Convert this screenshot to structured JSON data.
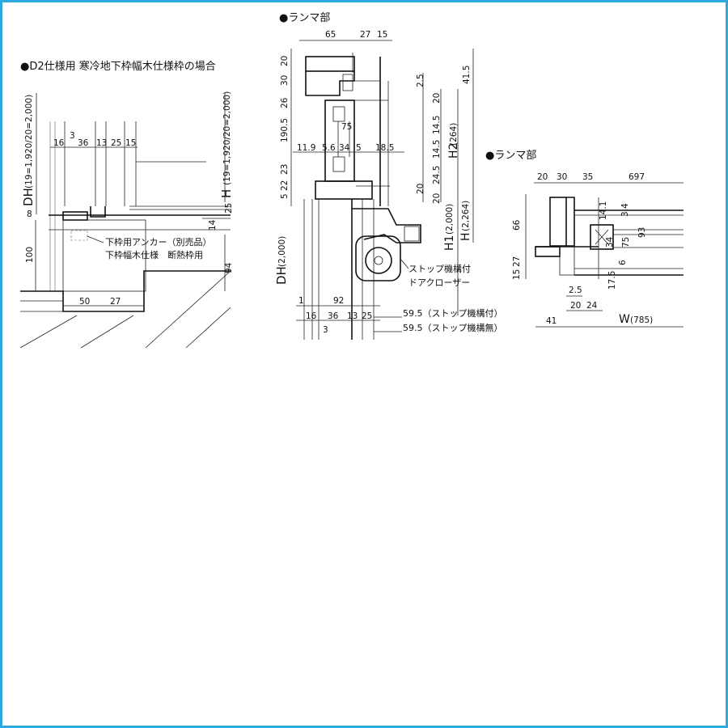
{
  "frame": {
    "border_color": "#2ea8e0"
  },
  "left": {
    "title": "●D2仕様用 寒冷地下枠幅木仕様枠の場合",
    "dh_label": "DH",
    "dh_sub": "(19=1,920/20=2,000)",
    "h_label": "H",
    "h_sub": "(19=1,920/20=2,000)",
    "top_dims": [
      "16",
      "3",
      "36",
      "13",
      "25",
      "15"
    ],
    "side_dims": [
      "8",
      "100",
      "25",
      "14",
      "94"
    ],
    "bottom_dims": [
      "50",
      "27"
    ],
    "note_anchor": "下枠用アンカー（別売品）",
    "note_frame": "下枠幅木仕様　断熱枠用"
  },
  "mid": {
    "title": "●ランマ部",
    "top_dims": [
      "65",
      "27",
      "15"
    ],
    "left_dims": [
      "20",
      "30",
      "26",
      "190.5",
      "23",
      "5",
      "22"
    ],
    "mid_dims": [
      "11.9",
      "5.6",
      "34",
      "5",
      "18.5",
      "75"
    ],
    "right_dims": [
      "2.5",
      "20",
      "14.5",
      "14.5",
      "20",
      "24.5",
      "20",
      "41.5"
    ],
    "h2_label": "H2",
    "h2_sub": "(264)",
    "h1_label": "H1",
    "h1_sub": "(2,000)",
    "h_label": "H",
    "h_sub": "(2,264)",
    "dh_label": "DH",
    "dh_sub": "(2,000)",
    "bottom_dims": [
      "1",
      "92",
      "16",
      "36",
      "13",
      "25",
      "3"
    ],
    "note_stop": "ストップ機構付",
    "note_closer": "ドアクローザー",
    "note_595a": "59.5（ストップ機構付）",
    "note_595b": "59.5（ストップ機構無）"
  },
  "right": {
    "title": "●ランマ部",
    "top_dims": [
      "20",
      "30",
      "35",
      "697"
    ],
    "side_dims": [
      "66",
      "27",
      "15"
    ],
    "inner_dims": [
      "14.1",
      "3.4",
      "34",
      "75",
      "93",
      "6",
      "17.5"
    ],
    "bottom_dims": [
      "2.5",
      "20",
      "24",
      "41"
    ],
    "w_label": "W",
    "w_sub": "(785)"
  }
}
